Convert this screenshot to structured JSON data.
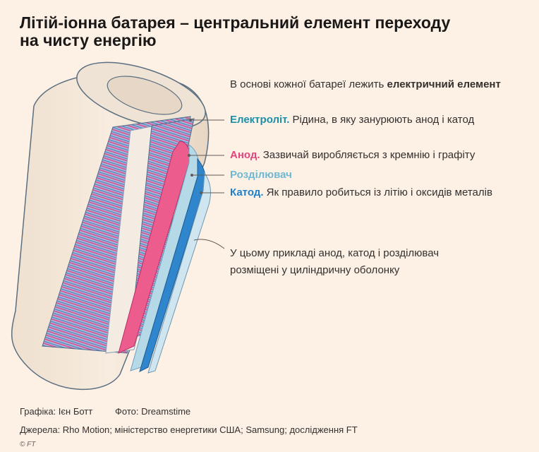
{
  "title": {
    "line1": "Літій-іонна батарея – центральний елемент переходу",
    "line2": "на чисту енергію"
  },
  "annotations": {
    "intro": {
      "text": "В основі кожної батареї лежить ",
      "bold": "електричний елемент"
    },
    "electrolyte": {
      "key": "Електроліт.",
      "text": " Рідина, в яку занурюють анод і катод"
    },
    "anode": {
      "key": "Анод.",
      "text": " Зазвичай виробляється з кремнію і графіту"
    },
    "separator": {
      "key": "Розділювач"
    },
    "cathode": {
      "key": "Катод.",
      "text": " Як правило робиться із літію і оксидів металів"
    },
    "casing": {
      "line1": "У цьому прикладі анод, катод і розділювач",
      "line2": "розміщені у циліндричну оболонку"
    }
  },
  "footer": {
    "graphic": "Графіка: Ієн Ботт",
    "photo": "Фото: Dreamstime",
    "sources": "Джерела: Rho Motion; міністерство енергетики США; Samsung; дослідження FT",
    "copyright": "© FT"
  },
  "colors": {
    "electrolyte": "#1b8fa6",
    "anode": "#e0457b",
    "separator": "#6fb8d1",
    "cathode": "#1f7fc7",
    "background": "#fdf1e6"
  }
}
